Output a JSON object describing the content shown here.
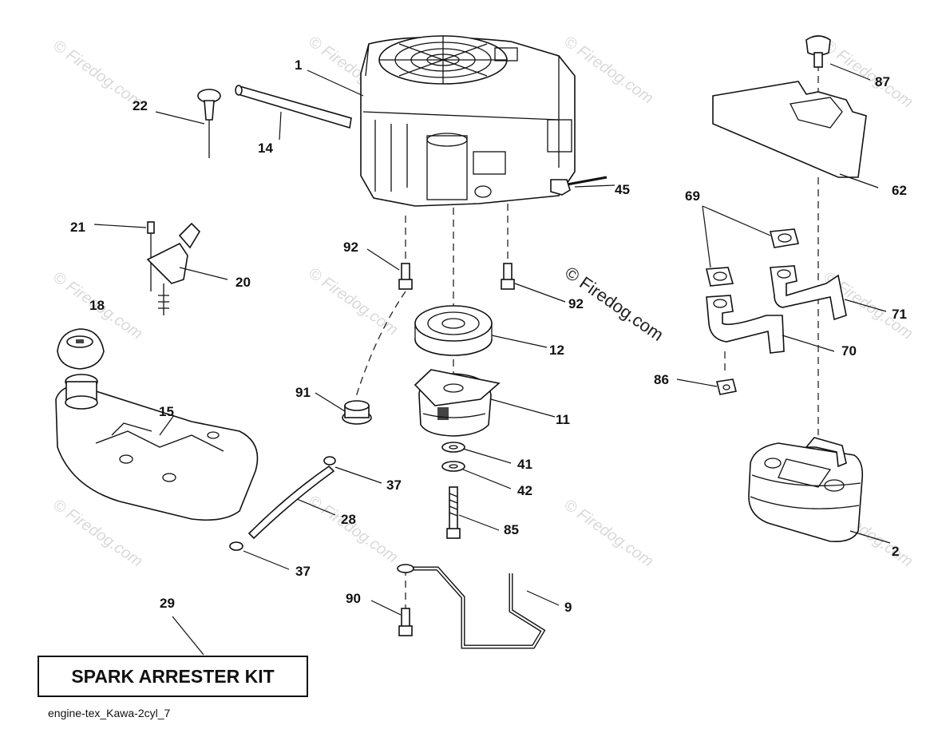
{
  "diagram": {
    "callouts": [
      {
        "id": "c1",
        "label": "1"
      },
      {
        "id": "c2",
        "label": "2"
      },
      {
        "id": "c9",
        "label": "9"
      },
      {
        "id": "c11",
        "label": "11"
      },
      {
        "id": "c12",
        "label": "12"
      },
      {
        "id": "c14",
        "label": "14"
      },
      {
        "id": "c15",
        "label": "15"
      },
      {
        "id": "c18",
        "label": "18"
      },
      {
        "id": "c20",
        "label": "20"
      },
      {
        "id": "c21",
        "label": "21"
      },
      {
        "id": "c22",
        "label": "22"
      },
      {
        "id": "c28",
        "label": "28"
      },
      {
        "id": "c29",
        "label": "29"
      },
      {
        "id": "c37a",
        "label": "37"
      },
      {
        "id": "c37b",
        "label": "37"
      },
      {
        "id": "c41",
        "label": "41"
      },
      {
        "id": "c42",
        "label": "42"
      },
      {
        "id": "c45",
        "label": "45"
      },
      {
        "id": "c62",
        "label": "62"
      },
      {
        "id": "c69",
        "label": "69"
      },
      {
        "id": "c70",
        "label": "70"
      },
      {
        "id": "c71",
        "label": "71"
      },
      {
        "id": "c85",
        "label": "85"
      },
      {
        "id": "c86",
        "label": "86"
      },
      {
        "id": "c87",
        "label": "87"
      },
      {
        "id": "c90",
        "label": "90"
      },
      {
        "id": "c91",
        "label": "91"
      },
      {
        "id": "c92a",
        "label": "92"
      },
      {
        "id": "c92b",
        "label": "92"
      }
    ],
    "kit_label": "SPARK ARRESTER KIT",
    "caption": "engine-tex_Kawa-2cyl_7",
    "copyright": "© Firedog.com",
    "watermark": "© Firedog.com"
  }
}
